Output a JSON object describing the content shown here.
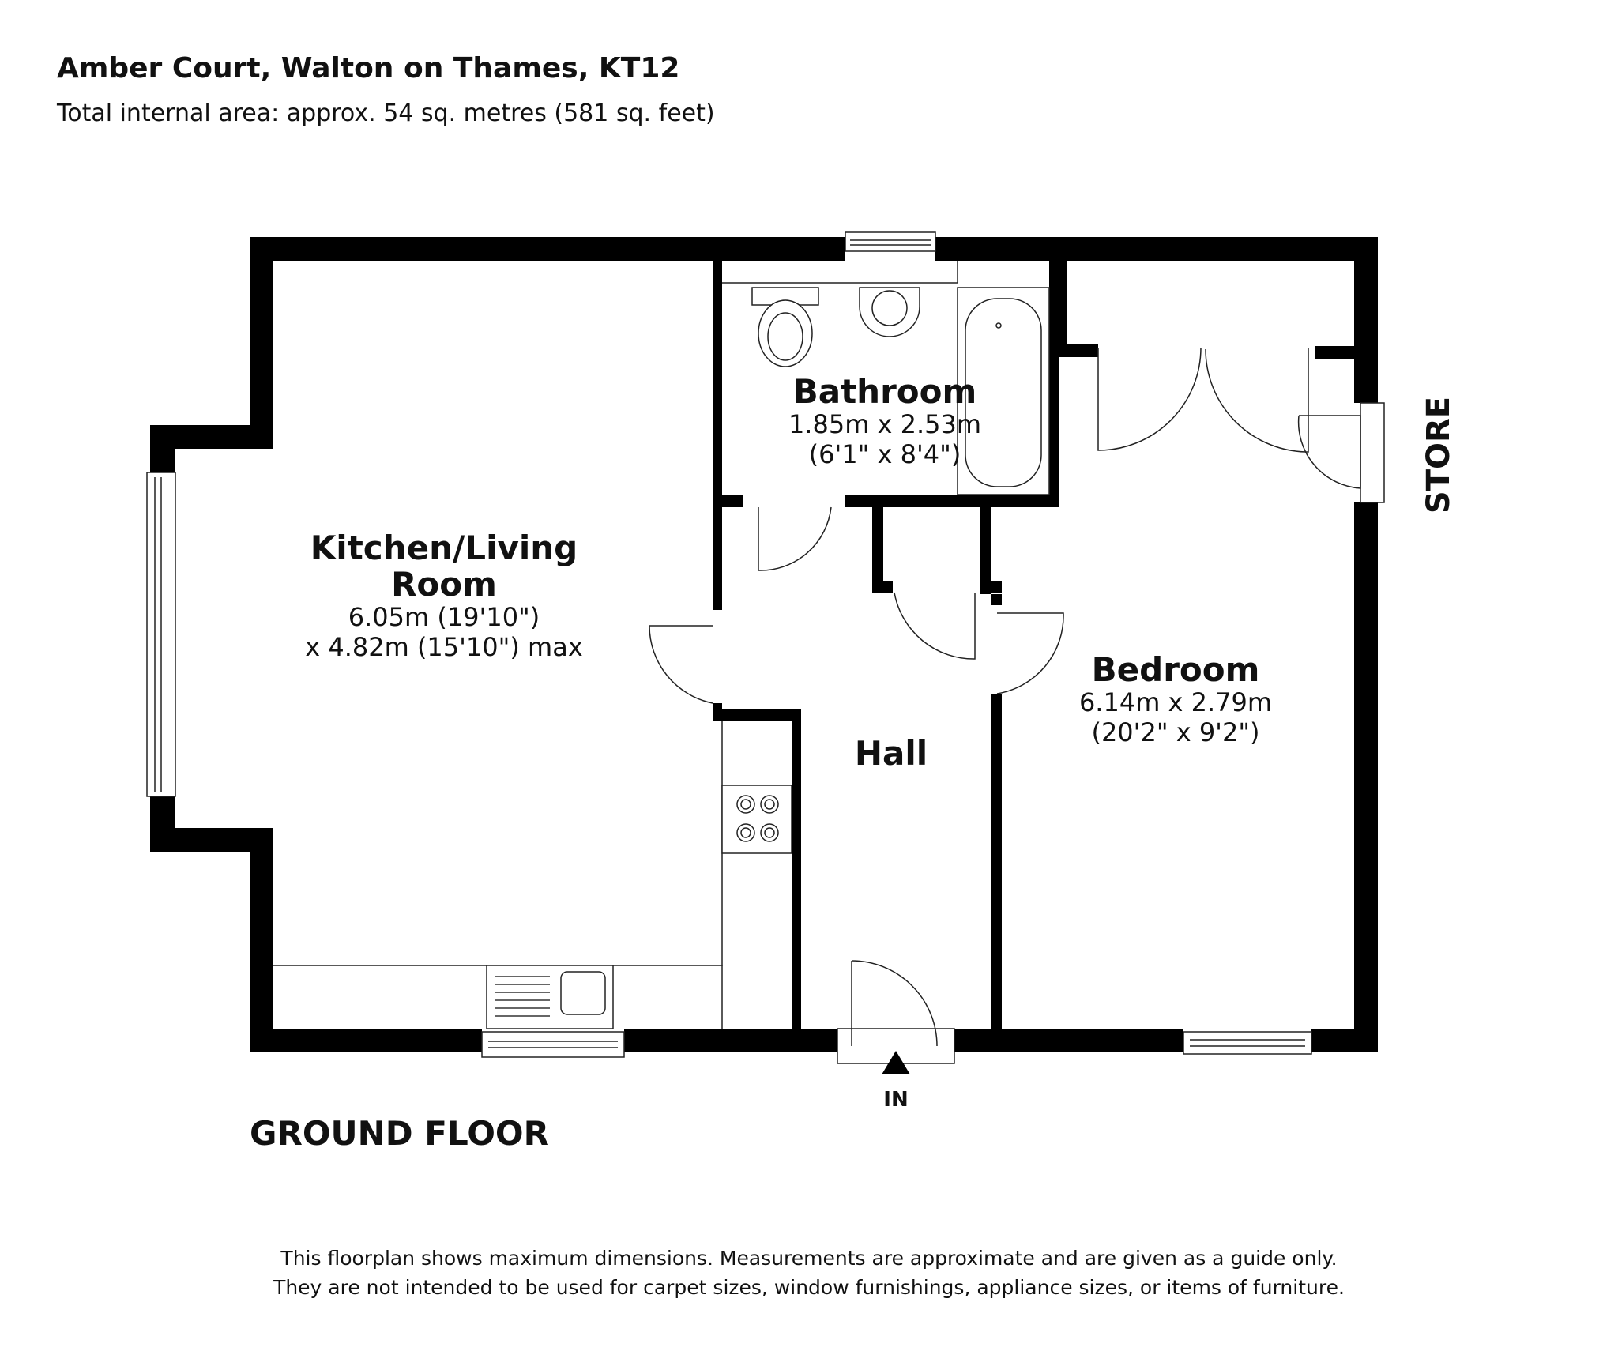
{
  "header": {
    "title": "Amber Court, Walton on Thames, KT12",
    "area": "Total internal area: approx. 54 sq. metres (581 sq. feet)"
  },
  "rooms": {
    "kitchen": {
      "name_line1": "Kitchen/Living",
      "name_line2": "Room",
      "dim_line1": "6.05m (19'10\")",
      "dim_line2": "x 4.82m (15'10\") max"
    },
    "bathroom": {
      "name": "Bathroom",
      "dim_line1": "1.85m x 2.53m",
      "dim_line2": "(6'1\" x 8'4\")"
    },
    "bedroom": {
      "name": "Bedroom",
      "dim_line1": "6.14m x 2.79m",
      "dim_line2": "(20'2\" x 9'2\")"
    },
    "hall": {
      "name": "Hall"
    },
    "store": {
      "name": "STORE"
    }
  },
  "entrance": {
    "label": "IN"
  },
  "floor": {
    "label": "GROUND FLOOR"
  },
  "footer": {
    "line1": "This floorplan shows maximum dimensions. Measurements are approximate and are given as a guide only.",
    "line2": "They are not intended to be used for carpet sizes, window furnishings, appliance sizes, or items of furniture."
  }
}
